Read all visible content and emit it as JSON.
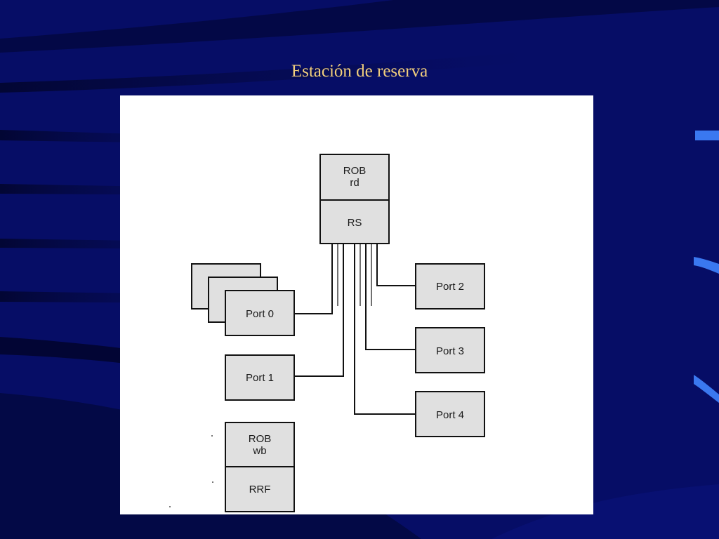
{
  "slide": {
    "title": "Estación de reserva"
  },
  "diagram": {
    "rob_rd": {
      "line1": "ROB",
      "line2": "rd"
    },
    "rs": "RS",
    "ports": {
      "port0": "Port 0",
      "port1": "Port 1",
      "port2": "Port 2",
      "port3": "Port 3",
      "port4": "Port 4"
    },
    "rob_wb": {
      "line1": "ROB",
      "line2": "wb"
    },
    "rrf": "RRF"
  },
  "colors": {
    "background": "#060d66",
    "title": "#f2cf7d",
    "box_fill": "#e0e0e0",
    "line": "#111111"
  }
}
